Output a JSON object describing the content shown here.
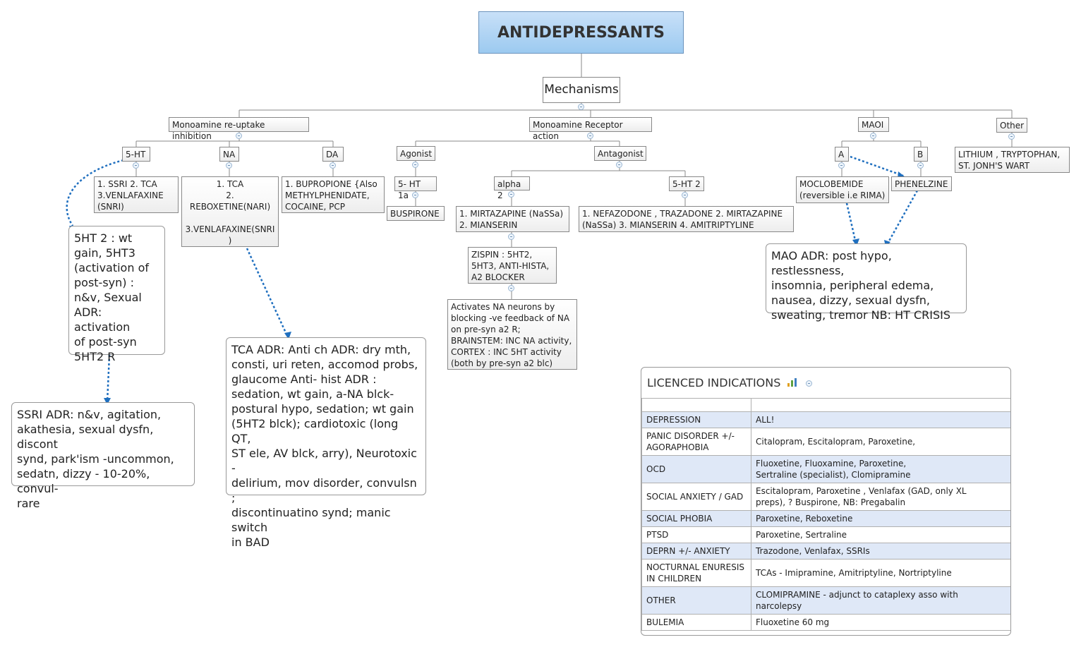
{
  "title": "ANTIDEPRESSANTS",
  "mechanisms": "Mechanisms",
  "reuptake": {
    "label": "Monoamine re-uptake inhibition",
    "ht5": "5-HT",
    "ht5_drugs": "1. SSRI   2. TCA\n3.VENLAFAXINE\n(SNRI)",
    "na": "NA",
    "na_drugs": "1. TCA\n2.\nREBOXETINE(NARI)\n\n3.VENLAFAXINE(SNRI\n)",
    "da": "DA",
    "da_drugs": "1. BUPROPIONE  {Also\nMETHYLPHENIDATE,\nCOCAINE, PCP"
  },
  "receptor": {
    "label": "Monoamine Receptor action",
    "agonist": "Agonist",
    "ht1a": "5- HT 1a",
    "buspirone": "BUSPIRONE",
    "antagonist": "Antagonist",
    "alpha2": "alpha 2",
    "alpha2_drugs": "1. MIRTAZAPINE (NaSSa)\n2. MIANSERIN",
    "zispin": "ZISPIN : 5HT2,\n5HT3, ANTI-HISTA,\nA2 BLOCKER",
    "activates": "Activates NA neurons by\nblocking -ve feedback of NA\non pre-syn a2 R;\nBRAINSTEM: INC NA activity,\nCORTEX : INC 5HT activity\n(both by pre-syn a2 blc)",
    "ht2": "5-HT 2",
    "ht2_drugs": "1. NEFAZODONE , TRAZADONE  2. MIRTAZAPINE\n(NaSSa)   3. MIANSERIN        4. AMITRIPTYLINE"
  },
  "maoi": {
    "label": "MAOI",
    "a": "A",
    "b": "B",
    "moclobemide": "MOCLOBEMIDE\n(reversible i.e RIMA)",
    "phenelzine": "PHENELZINE",
    "adr": "MAO ADR: post hypo, restlessness,\ninsomnia, peripheral edema,\nnausea, dizzy, sexual dysfn,\nsweating, tremor NB: HT CRISIS"
  },
  "other": {
    "label": "Other",
    "drugs": "LITHIUM , TRYPTOPHAN,\nST. JONH'S WART"
  },
  "notes": {
    "ht2_note": "5HT 2 : wt\ngain, 5HT3\n(activation of\npost-syn) :\nn&v, Sexual\nADR: activation\nof post-syn\n5HT2 R",
    "ssri_adr": "SSRI ADR: n&v, agitation,\nakathesia, sexual dysfn, discont\nsynd, park'ism -uncommon,\nsedatn, dizzy - 10-20%, convul-\nrare",
    "tca_adr": "TCA ADR: Anti ch ADR: dry mth,\nconsti, uri reten, accomod probs,\nglaucome         Anti- hist ADR :\nsedation, wt gain, a-NA blck-\npostural hypo, sedation; wt gain\n(5HT2 blck); cardiotoxic (long QT,\nST ele, AV blck, arry), Neurotoxic -\ndelirium, mov disorder, convulsn ;\ndiscontinuatino synd; manic switch\nin BAD"
  },
  "licenced": {
    "title": "LICENCED INDICATIONS",
    "rows": [
      {
        "indication": "DEPRESSION",
        "drugs": "ALL!"
      },
      {
        "indication": "PANIC DISORDER +/-\nAGORAPHOBIA",
        "drugs": "Citalopram, Escitalopram, Paroxetine,"
      },
      {
        "indication": "OCD",
        "drugs": "Fluoxetine, Fluoxamine, Paroxetine,\nSertraline (specialist), Clomipramine"
      },
      {
        "indication": "SOCIAL ANXIETY / GAD",
        "drugs": "Escitalopram, Paroxetine , Venlafax (GAD, only XL\npreps),        ? Buspirone, NB:  Pregabalin"
      },
      {
        "indication": "SOCIAL PHOBIA",
        "drugs": "Paroxetine, Reboxetine"
      },
      {
        "indication": "PTSD",
        "drugs": "Paroxetine, Sertraline"
      },
      {
        "indication": "DEPRN +/- ANXIETY",
        "drugs": "Trazodone, Venlafax, SSRIs"
      },
      {
        "indication": "NOCTURNAL ENURESIS\nIN CHILDREN",
        "drugs": "TCAs - Imipramine, Amitriptyline, Nortriptyline"
      },
      {
        "indication": "OTHER",
        "drugs": "CLOMIPRAMINE - adjunct to cataplexy asso with narcolepsy"
      },
      {
        "indication": "BULEMIA",
        "drugs": "Fluoxetine 60 mg"
      }
    ]
  }
}
